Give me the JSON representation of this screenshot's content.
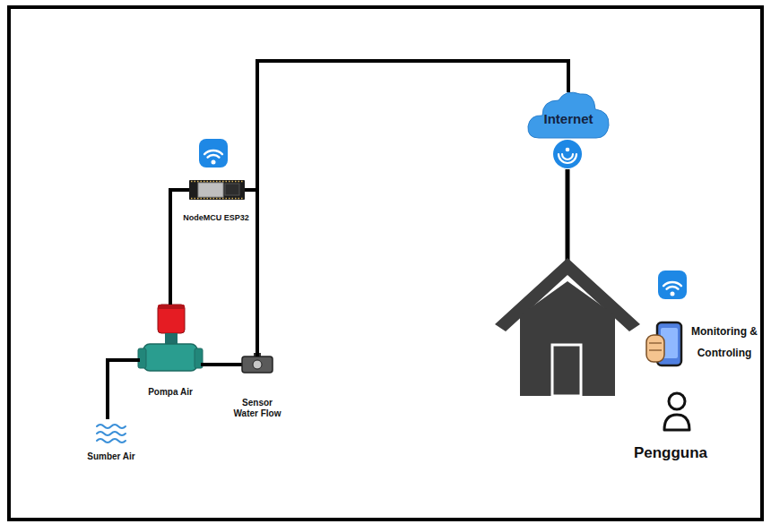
{
  "diagram": {
    "nodes": [
      {
        "text": [
          "Sumber Air"
        ]
      },
      {
        "text": [
          "Pompa Air"
        ]
      },
      {
        "text": [
          "Sensor Water Flow"
        ]
      },
      {
        "text": [
          "NodeMCU ESP32"
        ]
      },
      {
        "text": [
          "Internet"
        ]
      },
      {
        "text": [
          "Monitoring & Controling"
        ]
      },
      {
        "text": [
          "Pengguna"
        ]
      }
    ],
    "edges": [
      {
        "from": 0,
        "to": 1,
        "arrow": "none"
      },
      {
        "from": 1,
        "to": 2,
        "arrow": "none"
      },
      {
        "from": 1,
        "to": 3,
        "arrow": "none"
      },
      {
        "from": 3,
        "to": 2,
        "arrow": "none"
      },
      {
        "from": 3,
        "to": 4,
        "arrow": "none"
      }
    ]
  }
}
